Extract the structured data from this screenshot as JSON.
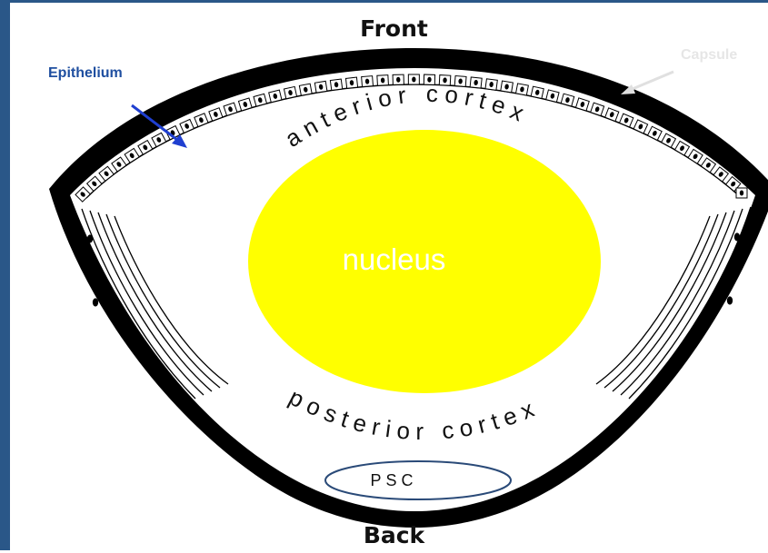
{
  "diagram": {
    "labels": {
      "front": "Front",
      "back": "Back",
      "epithelium": "Epithelium",
      "capsule": "Capsule",
      "anterior_cortex": "anterior cortex",
      "nucleus": "nucleus",
      "posterior_cortex": "posterior cortex",
      "psc": "PSC"
    },
    "colors": {
      "frame": "#2a5788",
      "capsule": "#000000",
      "lens_interior": "#ffffff",
      "nucleus": "#ffff00",
      "epithelium_arrow": "#1f3fd0",
      "capsule_arrow": "#e0e0e0",
      "psc_outline": "#2a4a78"
    }
  }
}
